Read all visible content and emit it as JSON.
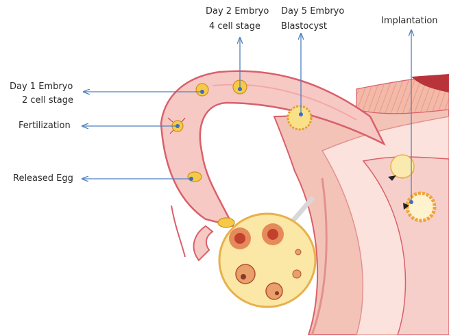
{
  "labels": {
    "day2_line1": "Day 2 Embryo",
    "day2_line2": "4 cell stage",
    "day5_line1": "Day 5 Embryo",
    "day5_line2": "Blastocyst",
    "implantation": "Implantation",
    "day1_line1": "Day 1 Embryo",
    "day1_line2": "2 cell stage",
    "fertilization": "Fertilization",
    "released_egg": "Released Egg"
  },
  "colors": {
    "arrow": "#4f81bd",
    "tissue_outline": "#d9606a",
    "tube_fill": "#f6c9c5",
    "uterus_fill": "#f1b7ad",
    "ovary_fill": "#fbe7a6",
    "embryo_fill": "#f7c948"
  }
}
